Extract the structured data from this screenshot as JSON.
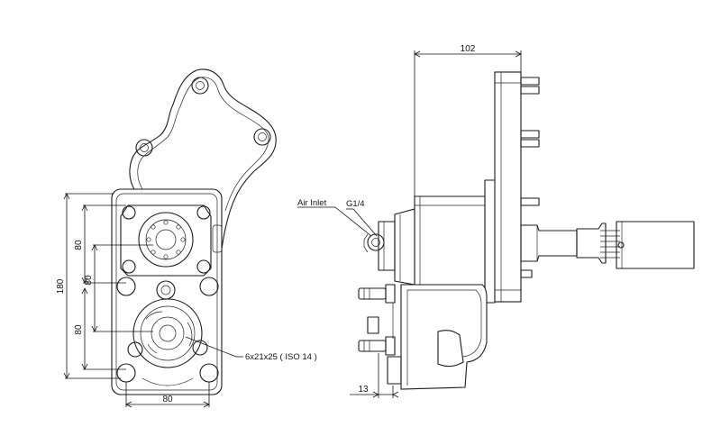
{
  "dimensions": {
    "left_view": {
      "height_outer": "180",
      "height_upper": "80",
      "height_mid": "80",
      "height_lower": "80",
      "width_bottom": "80"
    },
    "right_view": {
      "width_top": "102",
      "flange_gap": "13"
    }
  },
  "callouts": {
    "air_inlet": "Air Inlet",
    "port_thread": "G1/4",
    "spline": "6x21x25 ( ISO 14 )"
  },
  "colors": {
    "line": "#1a1a1a",
    "background": "#ffffff"
  }
}
